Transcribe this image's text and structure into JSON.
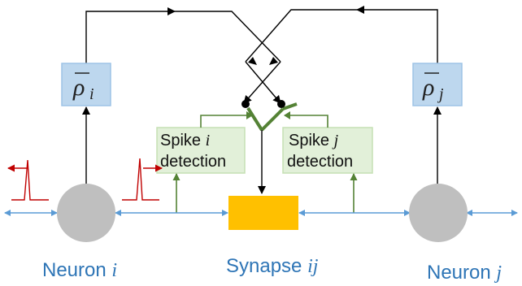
{
  "colors": {
    "axon_blue": "#5b9bd5",
    "box_fill": "#bdd7ee",
    "box_stroke": "#9dc3e6",
    "detect_fill": "#e2f0d9",
    "detect_stroke": "#c5e0b4",
    "green_line": "#548235",
    "neuron_gray": "#bfbfbf",
    "synapse_orange": "#ffc000",
    "spike_red": "#c00000",
    "arrow_dark": "#000000",
    "label_blue": "#2e75b6"
  },
  "rate_boxes": {
    "left": {
      "symbol": "ρ",
      "subscript": "i"
    },
    "right": {
      "symbol": "ρ",
      "subscript": "j"
    }
  },
  "detectors": {
    "left": {
      "line1_prefix": "Spike ",
      "line1_var": "i",
      "line2": "detection"
    },
    "right": {
      "line1_prefix": "Spike ",
      "line1_var": "j",
      "line2": "detection"
    }
  },
  "labels": {
    "neuron_i": {
      "word": "Neuron ",
      "var": "i"
    },
    "synapse": {
      "word": "Synapse ",
      "var": "ij"
    },
    "neuron_j": {
      "word": "Neuron ",
      "var": "j"
    }
  }
}
